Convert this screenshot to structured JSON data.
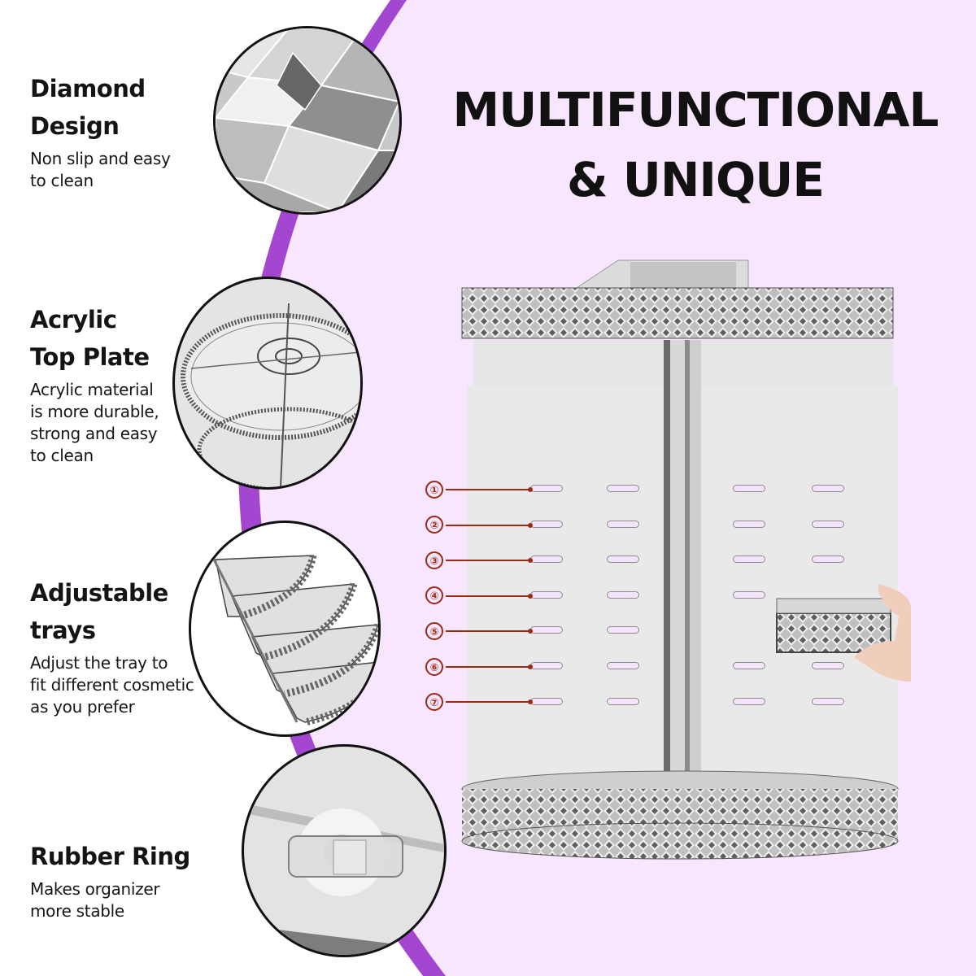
{
  "headline": {
    "line1": "MULTIFUNCTIONAL",
    "line2": "& UNIQUE"
  },
  "features": [
    {
      "title_line1": "Diamond",
      "title_line2": "Design",
      "desc_lines": [
        "Non slip and easy",
        "to clean"
      ]
    },
    {
      "title_line1": "Acrylic",
      "title_line2": "Top Plate",
      "desc_lines": [
        "Acrylic material",
        "is more durable,",
        "strong and easy",
        "to clean"
      ]
    },
    {
      "title_line1": "Adjustable",
      "title_line2": "trays",
      "desc_lines": [
        "Adjust the tray to",
        "fit different cosmetic",
        "as you prefer"
      ]
    },
    {
      "title_line1": "Rubber Ring",
      "title_line2": "",
      "desc_lines": [
        "Makes organizer",
        "more stable"
      ]
    }
  ],
  "tray_positions": [
    "①",
    "②",
    "③",
    "④",
    "⑤",
    "⑥",
    "⑦"
  ],
  "colors": {
    "left_panel": "#FFFFFF",
    "right_panel": "#F7E6FD",
    "accent_band": "#A347D0",
    "marker": "#9B2A14",
    "text": "#111111"
  }
}
